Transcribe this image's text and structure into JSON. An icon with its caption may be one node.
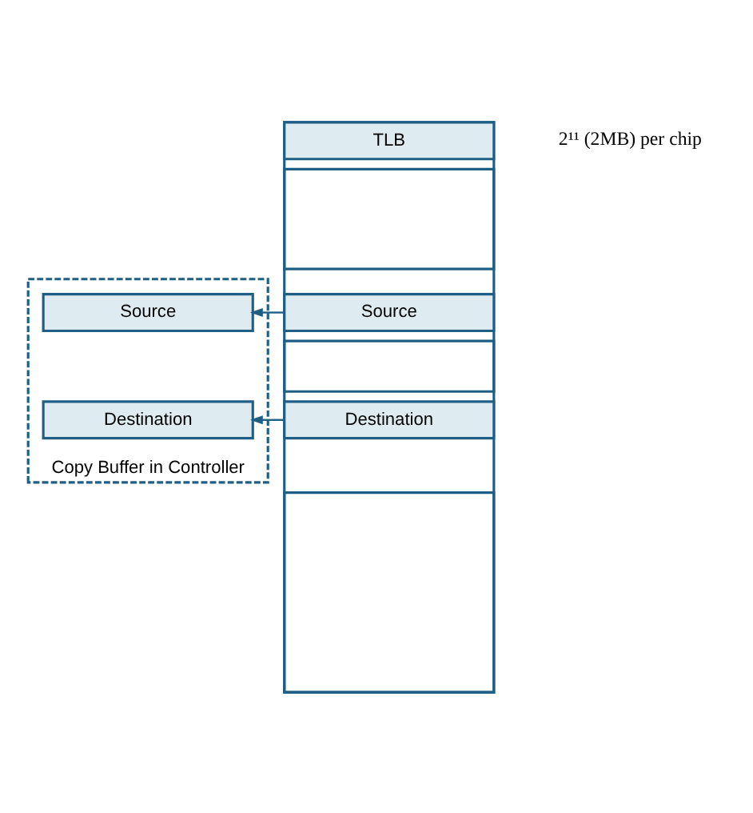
{
  "diagram": {
    "nodes": [
      {
        "text": [],
        "shape": "box"
      },
      {
        "text": [
          "TLB"
        ],
        "in": 0
      },
      {
        "text": [],
        "shape": "box",
        "in": 0
      },
      {
        "text": [
          "Source"
        ],
        "in": 0
      },
      {
        "text": [],
        "shape": "box",
        "in": 0
      },
      {
        "text": [
          "Destination"
        ],
        "in": 0
      },
      {
        "text": [],
        "shape": "box",
        "in": 0
      },
      {
        "text": [
          "Copy Buffer in Controller"
        ]
      },
      {
        "text": [
          "Source"
        ],
        "in": 7
      },
      {
        "text": [
          "Destination"
        ],
        "in": 7
      }
    ],
    "edges": [
      {
        "from": 3,
        "to": 8,
        "arrow": "to"
      },
      {
        "from": 5,
        "to": 9,
        "arrow": "to"
      }
    ],
    "labels": [
      "2¹¹ (2MB) per chip"
    ]
  }
}
